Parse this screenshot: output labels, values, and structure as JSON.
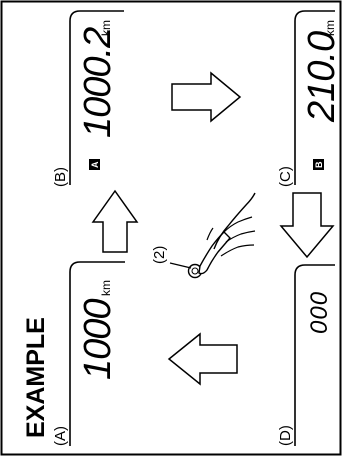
{
  "title": "EXAMPLE",
  "panels": [
    {
      "id": "A",
      "label": "(A)",
      "reading": "1000",
      "unit": "km",
      "badge": ""
    },
    {
      "id": "B",
      "label": "(B)",
      "reading": "1000.2",
      "unit": "km",
      "badge": "A"
    },
    {
      "id": "C",
      "label": "(C)",
      "reading": "210.0",
      "unit": "km",
      "badge": "B"
    },
    {
      "id": "D",
      "label": "(D)",
      "reading": "000",
      "unit": "",
      "badge": ""
    }
  ],
  "callout": "(2)"
}
